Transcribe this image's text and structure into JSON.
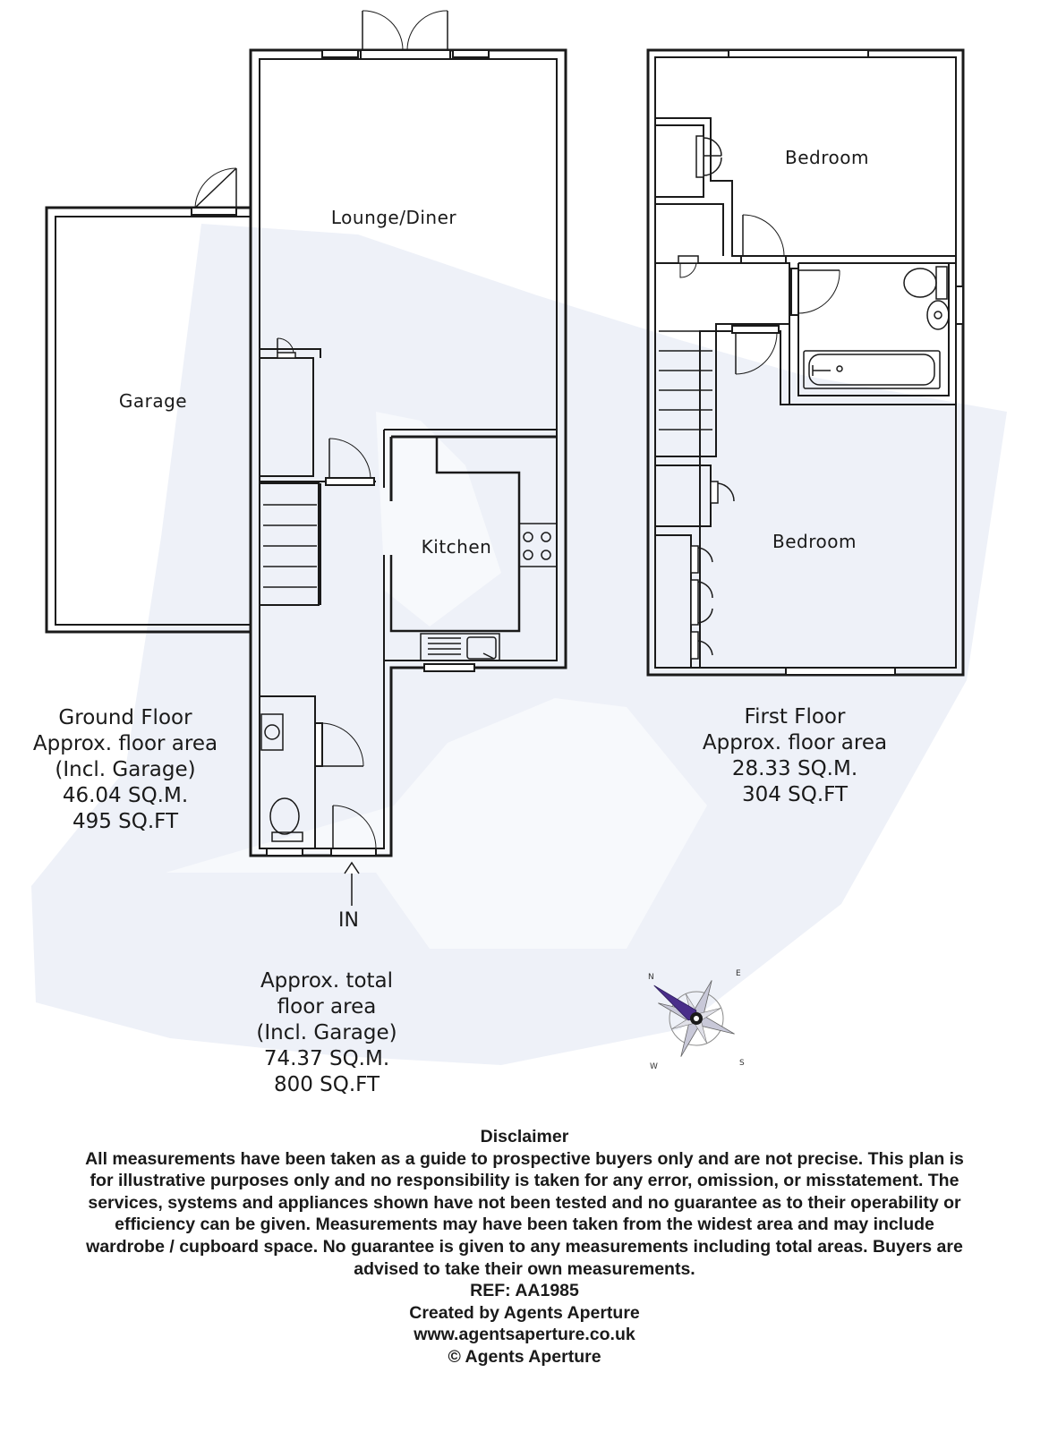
{
  "rooms": {
    "lounge": "Lounge/Diner",
    "garage": "Garage",
    "kitchen": "Kitchen",
    "bedroom_top": "Bedroom",
    "bedroom_bottom": "Bedroom"
  },
  "entrance_label": "IN",
  "ground_floor": {
    "lines": [
      "Ground Floor",
      "Approx. floor area",
      "(Incl. Garage)",
      "46.04 SQ.M.",
      "495 SQ.FT"
    ]
  },
  "first_floor": {
    "lines": [
      "First Floor",
      "Approx. floor area",
      "28.33 SQ.M.",
      "304 SQ.FT"
    ]
  },
  "total": {
    "lines": [
      "Approx. total",
      "floor area",
      "(Incl. Garage)",
      "74.37 SQ.M.",
      "800 SQ.FT"
    ]
  },
  "compass": {
    "n": "N",
    "e": "E",
    "s": "S",
    "w": "W"
  },
  "disclaimer": {
    "title": "Disclaimer",
    "lines": [
      "All measurements have been taken as a guide to prospective buyers only and are not precise. This plan is",
      "for illustrative purposes only and no responsibility is taken for any error, omission, or misstatement. The",
      "services, systems and appliances shown have not been tested and no guarantee as to their operability or",
      "efficiency can be given. Measurements may have been taken from the widest area and may include",
      "wardrobe / cupboard space. No guarantee is given to any measurements including total areas. Buyers are",
      "advised to take their own measurements."
    ],
    "ref": "REF: AA1985",
    "created_by": "Created by Agents Aperture",
    "website": "www.agentsaperture.co.uk",
    "copyright": "© Agents Aperture"
  },
  "colors": {
    "wall": "#1a1a1a",
    "watermark": "#eef0f7"
  }
}
